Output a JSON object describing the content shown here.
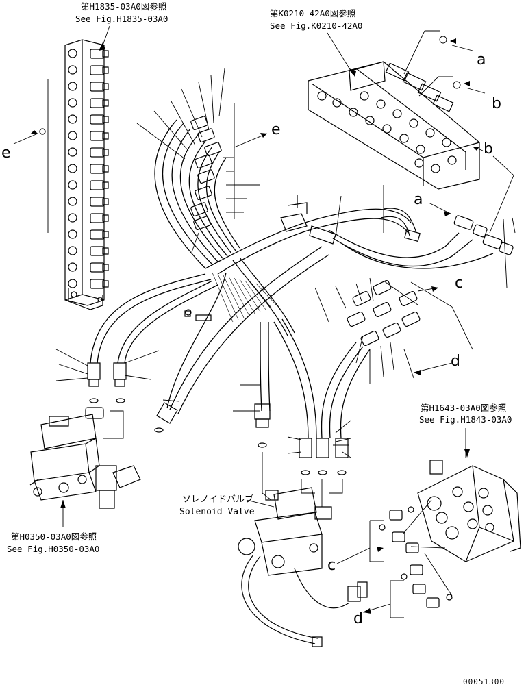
{
  "references": {
    "top_left": {
      "jp": "第H1835-03A0図参照",
      "en": "See Fig.H1835-03A0"
    },
    "top_right": {
      "jp": "第K0210-42A0図参照",
      "en": "See Fig.K0210-42A0"
    },
    "mid_right": {
      "jp": "第H1643-03A0図参照",
      "en": "See Fig.H1843-03A0"
    },
    "bottom_left": {
      "jp": "第H0350-03A0図参照",
      "en": "See Fig.H0350-03A0"
    }
  },
  "solenoid": {
    "jp": "ソレノイドバルブ",
    "en": "Solenoid Valve"
  },
  "connection_labels": {
    "a_top": "a",
    "b_top": "b",
    "e_mid": "e",
    "e_left": "e",
    "b_right": "b",
    "a_mid": "a",
    "c_mid": "c",
    "d_mid": "d",
    "c_bottom": "c",
    "d_bottom": "d"
  },
  "document_number": "00051300"
}
